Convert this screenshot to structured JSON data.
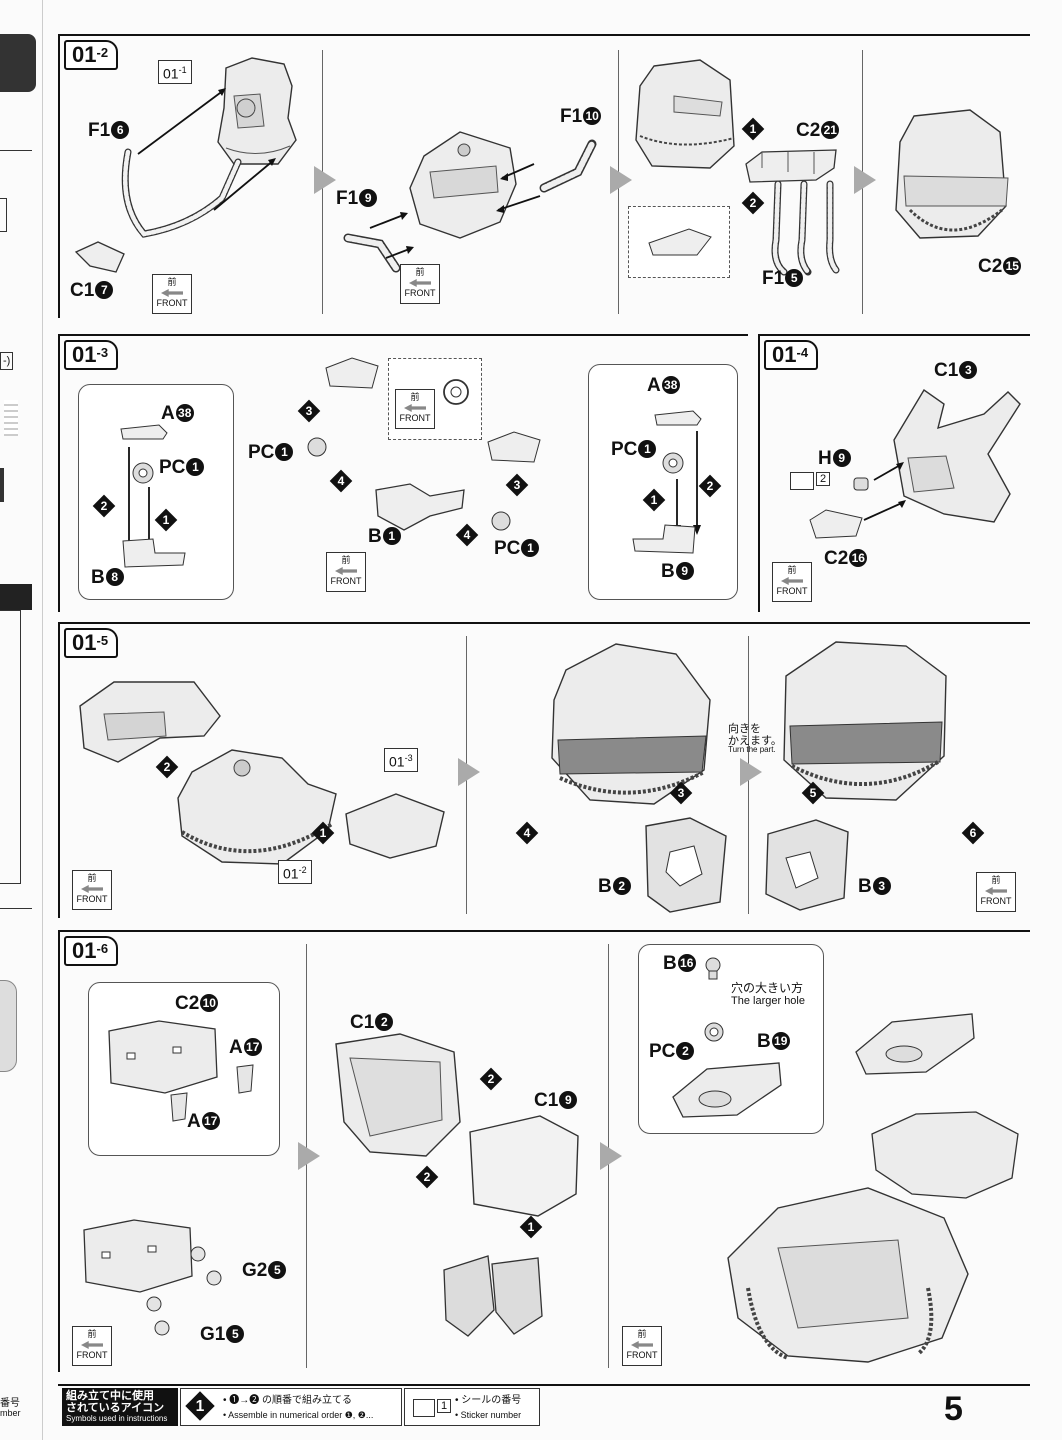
{
  "page_number": "5",
  "front_icon": {
    "kanji": "前",
    "label": "FRONT"
  },
  "left_strip": {
    "char1": "-)",
    "b1": "番号",
    "b2": "mber"
  },
  "sec_012": {
    "title": "01",
    "title_sup": "-2",
    "ref": "01",
    "ref_sup": "-1",
    "labels": {
      "f16": "F1",
      "c17": "C1",
      "f19": "F1",
      "f110": "F1",
      "c221": "C2",
      "f15": "F1",
      "c215": "C2"
    },
    "nums": {
      "n6": "6",
      "n7": "7",
      "n9": "9",
      "n10": "10",
      "n21": "21",
      "n5": "5",
      "n15": "15"
    },
    "steps": [
      "1",
      "2"
    ]
  },
  "sec_013": {
    "title": "01",
    "title_sup": "-3",
    "labels": {
      "a38a": "A",
      "pc1a": "PC",
      "b8": "B",
      "pc1b": "PC",
      "b1": "B",
      "pc1c": "PC",
      "a38b": "A",
      "pc1d": "PC",
      "b9": "B"
    },
    "nums": {
      "n38": "38",
      "n1": "1",
      "n8": "8",
      "n9": "9"
    },
    "steps": [
      "1",
      "2",
      "3",
      "4"
    ]
  },
  "sec_014": {
    "title": "01",
    "title_sup": "-4",
    "labels": {
      "c13": "C1",
      "h9": "H",
      "c216": "C2"
    },
    "nums": {
      "n3": "3",
      "n9": "9",
      "n16": "16"
    },
    "sticker": "2"
  },
  "sec_015": {
    "title": "01",
    "title_sup": "-5",
    "ref1": "01",
    "ref1_sup": "-3",
    "ref2": "01",
    "ref2_sup": "-2",
    "turn_jp1": "向きを",
    "turn_jp2": "かえます。",
    "turn_en": "Turn the part.",
    "labels": {
      "b2": "B",
      "b3": "B"
    },
    "nums": {
      "n2": "2",
      "n3": "3"
    },
    "steps": [
      "1",
      "2",
      "3",
      "4",
      "5",
      "6"
    ]
  },
  "sec_016": {
    "title": "01",
    "title_sup": "-6",
    "labels": {
      "c210": "C2",
      "a17a": "A",
      "a17b": "A",
      "g25": "G2",
      "g15": "G1",
      "c12": "C1",
      "c19": "C1",
      "b16": "B",
      "pc2": "PC",
      "b19": "B"
    },
    "nums": {
      "n10": "10",
      "n17": "17",
      "n5": "5",
      "n2": "2",
      "n9": "9",
      "n16": "16",
      "n19": "19"
    },
    "hole_jp": "穴の大きい方",
    "hole_en": "The larger hole",
    "steps": [
      "1",
      "2"
    ]
  },
  "footer": {
    "icons_jp1": "組み立て中に使用",
    "icons_jp2": "されているアイコン",
    "icons_en": "Symbols used in instructions",
    "order_jp": "• ❶→❷ の順番で組み立てる",
    "order_en": "• Assemble in numerical order ❶, ❷...",
    "sticker_num": "1",
    "sticker_jp": "• シールの番号",
    "sticker_en": "• Sticker number"
  }
}
